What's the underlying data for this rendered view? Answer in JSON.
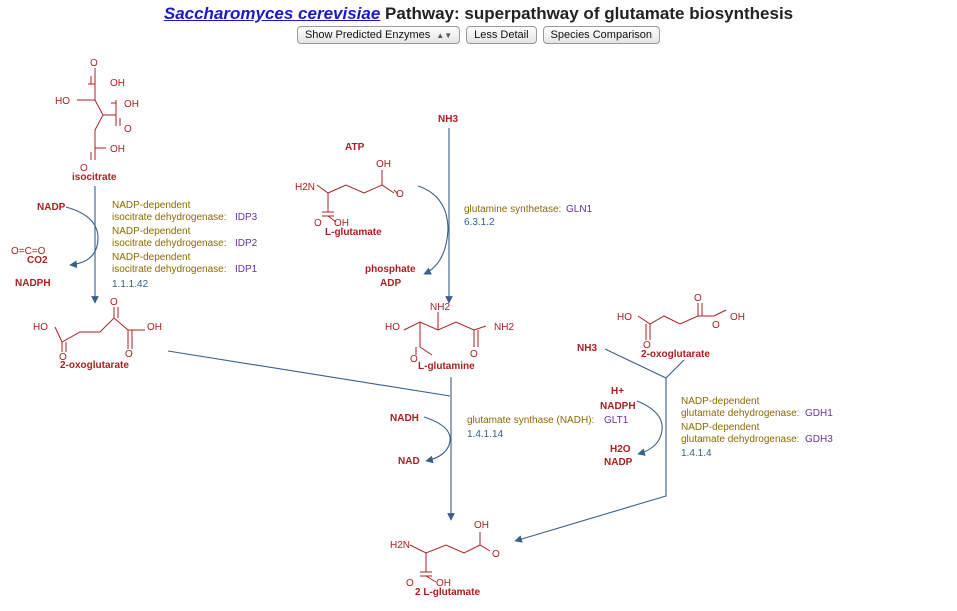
{
  "header": {
    "organism": "Saccharomyces cerevisiae",
    "title": "Pathway: superpathway of glutamate biosynthesis",
    "buttons": {
      "predicted": "Show Predicted Enzymes",
      "detail": "Less Detail",
      "species": "Species Comparison"
    }
  },
  "colors": {
    "compound": "#aa2020",
    "enzyme": "#8a6a00",
    "gene": "#663399",
    "ec": "#335f8a",
    "arrow": "#3a5f8a",
    "link": "#1a1acc"
  },
  "compounds": {
    "isocitrate": "isocitrate",
    "oxoglutarate_left": "2-oxoglutarate",
    "oxoglutarate_right": "2-oxoglutarate",
    "l_glutamate": "L-glutamate",
    "l_glutamine": "L-glutamine",
    "two_l_glutamate": "2 L-glutamate",
    "atp": "ATP",
    "nh3_top": "NH3",
    "nh3_right": "NH3",
    "nadp_left": "NADP",
    "co2": "CO2",
    "nadph_left": "NADPH",
    "phosphate": "phosphate",
    "adp": "ADP",
    "nadh": "NADH",
    "nad": "NAD",
    "h_plus": "H+",
    "nadph_right": "NADPH",
    "h2o": "H2O",
    "nadp_right": "NADP"
  },
  "atoms": {
    "oh": "OH",
    "ho": "HO",
    "o": "O",
    "h2n": "H2N",
    "nh2": "NH2",
    "nh2_amide": "NH2",
    "co2_structure": "O=C=O"
  },
  "reactions": {
    "idh": {
      "enzymes": [
        {
          "name": "NADP-dependent",
          "name2": "isocitrate dehydrogenase:",
          "gene": "IDP3"
        },
        {
          "name": "NADP-dependent",
          "name2": "isocitrate dehydrogenase:",
          "gene": "IDP2"
        },
        {
          "name": "NADP-dependent",
          "name2": "isocitrate dehydrogenase:",
          "gene": "IDP1"
        }
      ],
      "ec": "1.1.1.42"
    },
    "gs": {
      "enzyme": "glutamine synthetase:",
      "gene": "GLN1",
      "ec": "6.3.1.2"
    },
    "gogat": {
      "enzyme": "glutamate synthase (NADH):",
      "gene": "GLT1",
      "ec": "1.4.1.14"
    },
    "gdh": {
      "enzymes": [
        {
          "name": "NADP-dependent",
          "name2": "glutamate dehydrogenase:",
          "gene": "GDH1"
        },
        {
          "name": "NADP-dependent",
          "name2": "glutamate dehydrogenase:",
          "gene": "GDH3"
        }
      ],
      "ec": "1.4.1.4"
    }
  }
}
